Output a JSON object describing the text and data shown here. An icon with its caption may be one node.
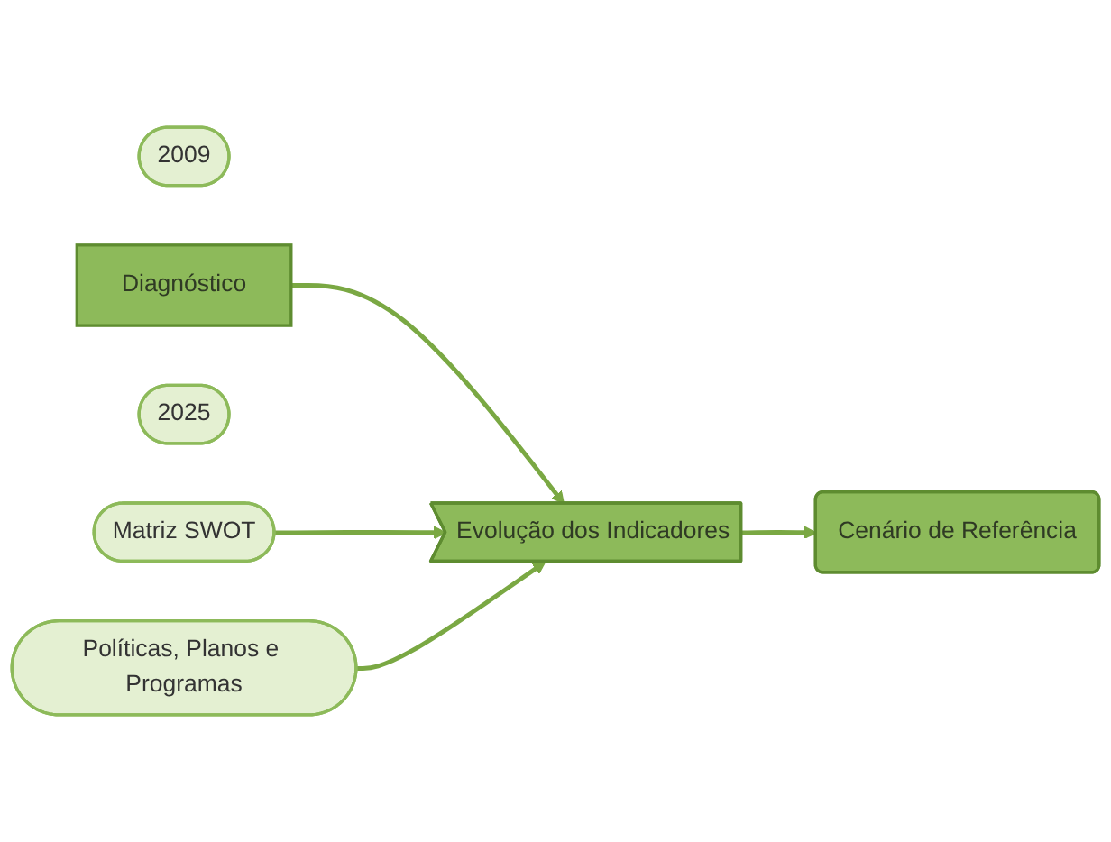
{
  "diagram": {
    "nodes": [
      {
        "text": [
          "2009"
        ]
      },
      {
        "text": [
          "Matriz SWOT"
        ]
      },
      {
        "text": [
          "2025"
        ]
      },
      {
        "text": [
          "Diagnóstico"
        ]
      },
      {
        "text": [
          "Evolução dos Indicadores"
        ]
      },
      {
        "text": [
          "Cenário de Referência"
        ]
      },
      {
        "text": [
          "Políticas, Planos e Programas"
        ]
      }
    ],
    "edges": [
      {
        "from": 3,
        "to": 4,
        "arrow": "to"
      },
      {
        "from": 1,
        "to": 4,
        "arrow": "to"
      },
      {
        "from": 6,
        "to": 4,
        "arrow": "to"
      },
      {
        "from": 4,
        "to": 5,
        "arrow": "to"
      }
    ]
  }
}
